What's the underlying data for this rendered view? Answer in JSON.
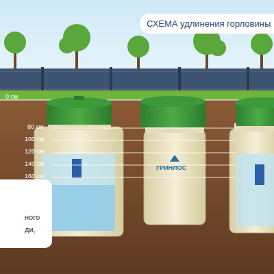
{
  "diagram": {
    "title": "СХЕМА удлинения горловины",
    "nodes": [
      {
        "text": [
          "ного ди,"
        ]
      }
    ],
    "labels": [
      "0 см",
      "80 см",
      "100 см",
      "120 см",
      "140 см",
      "160 см",
      "ГРИНЛОС"
    ]
  }
}
